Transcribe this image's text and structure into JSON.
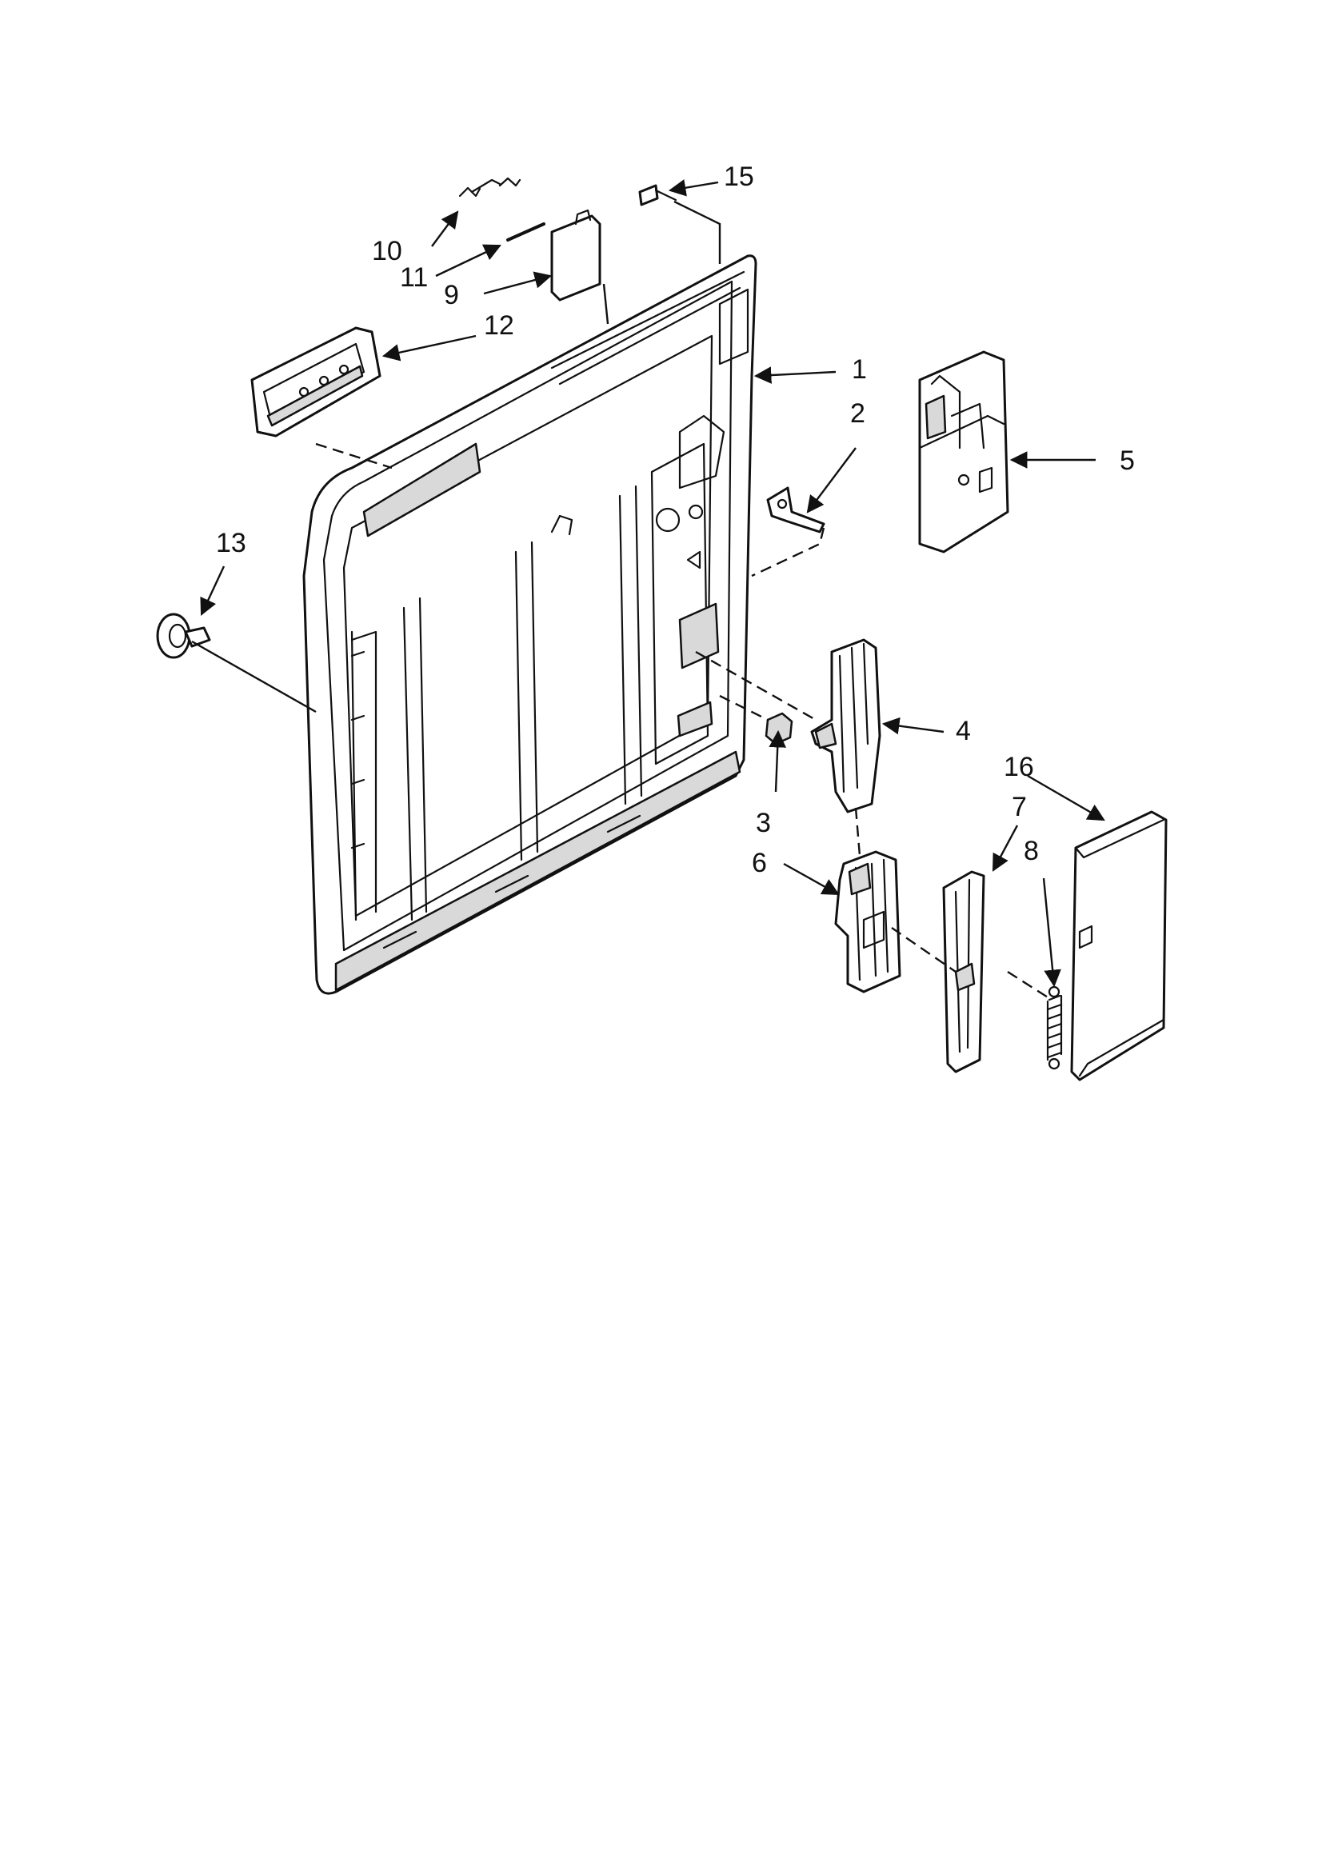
{
  "diagram": {
    "type": "exploded-parts-view",
    "callouts": [
      {
        "id": "1",
        "label": "1"
      },
      {
        "id": "2",
        "label": "2"
      },
      {
        "id": "3",
        "label": "3"
      },
      {
        "id": "4",
        "label": "4"
      },
      {
        "id": "5",
        "label": "5"
      },
      {
        "id": "6",
        "label": "6"
      },
      {
        "id": "7",
        "label": "7"
      },
      {
        "id": "8",
        "label": "8"
      },
      {
        "id": "9",
        "label": "9"
      },
      {
        "id": "10",
        "label": "10"
      },
      {
        "id": "11",
        "label": "11"
      },
      {
        "id": "12",
        "label": "12"
      },
      {
        "id": "13",
        "label": "13"
      },
      {
        "id": "15",
        "label": "15"
      },
      {
        "id": "16",
        "label": "16"
      }
    ]
  }
}
